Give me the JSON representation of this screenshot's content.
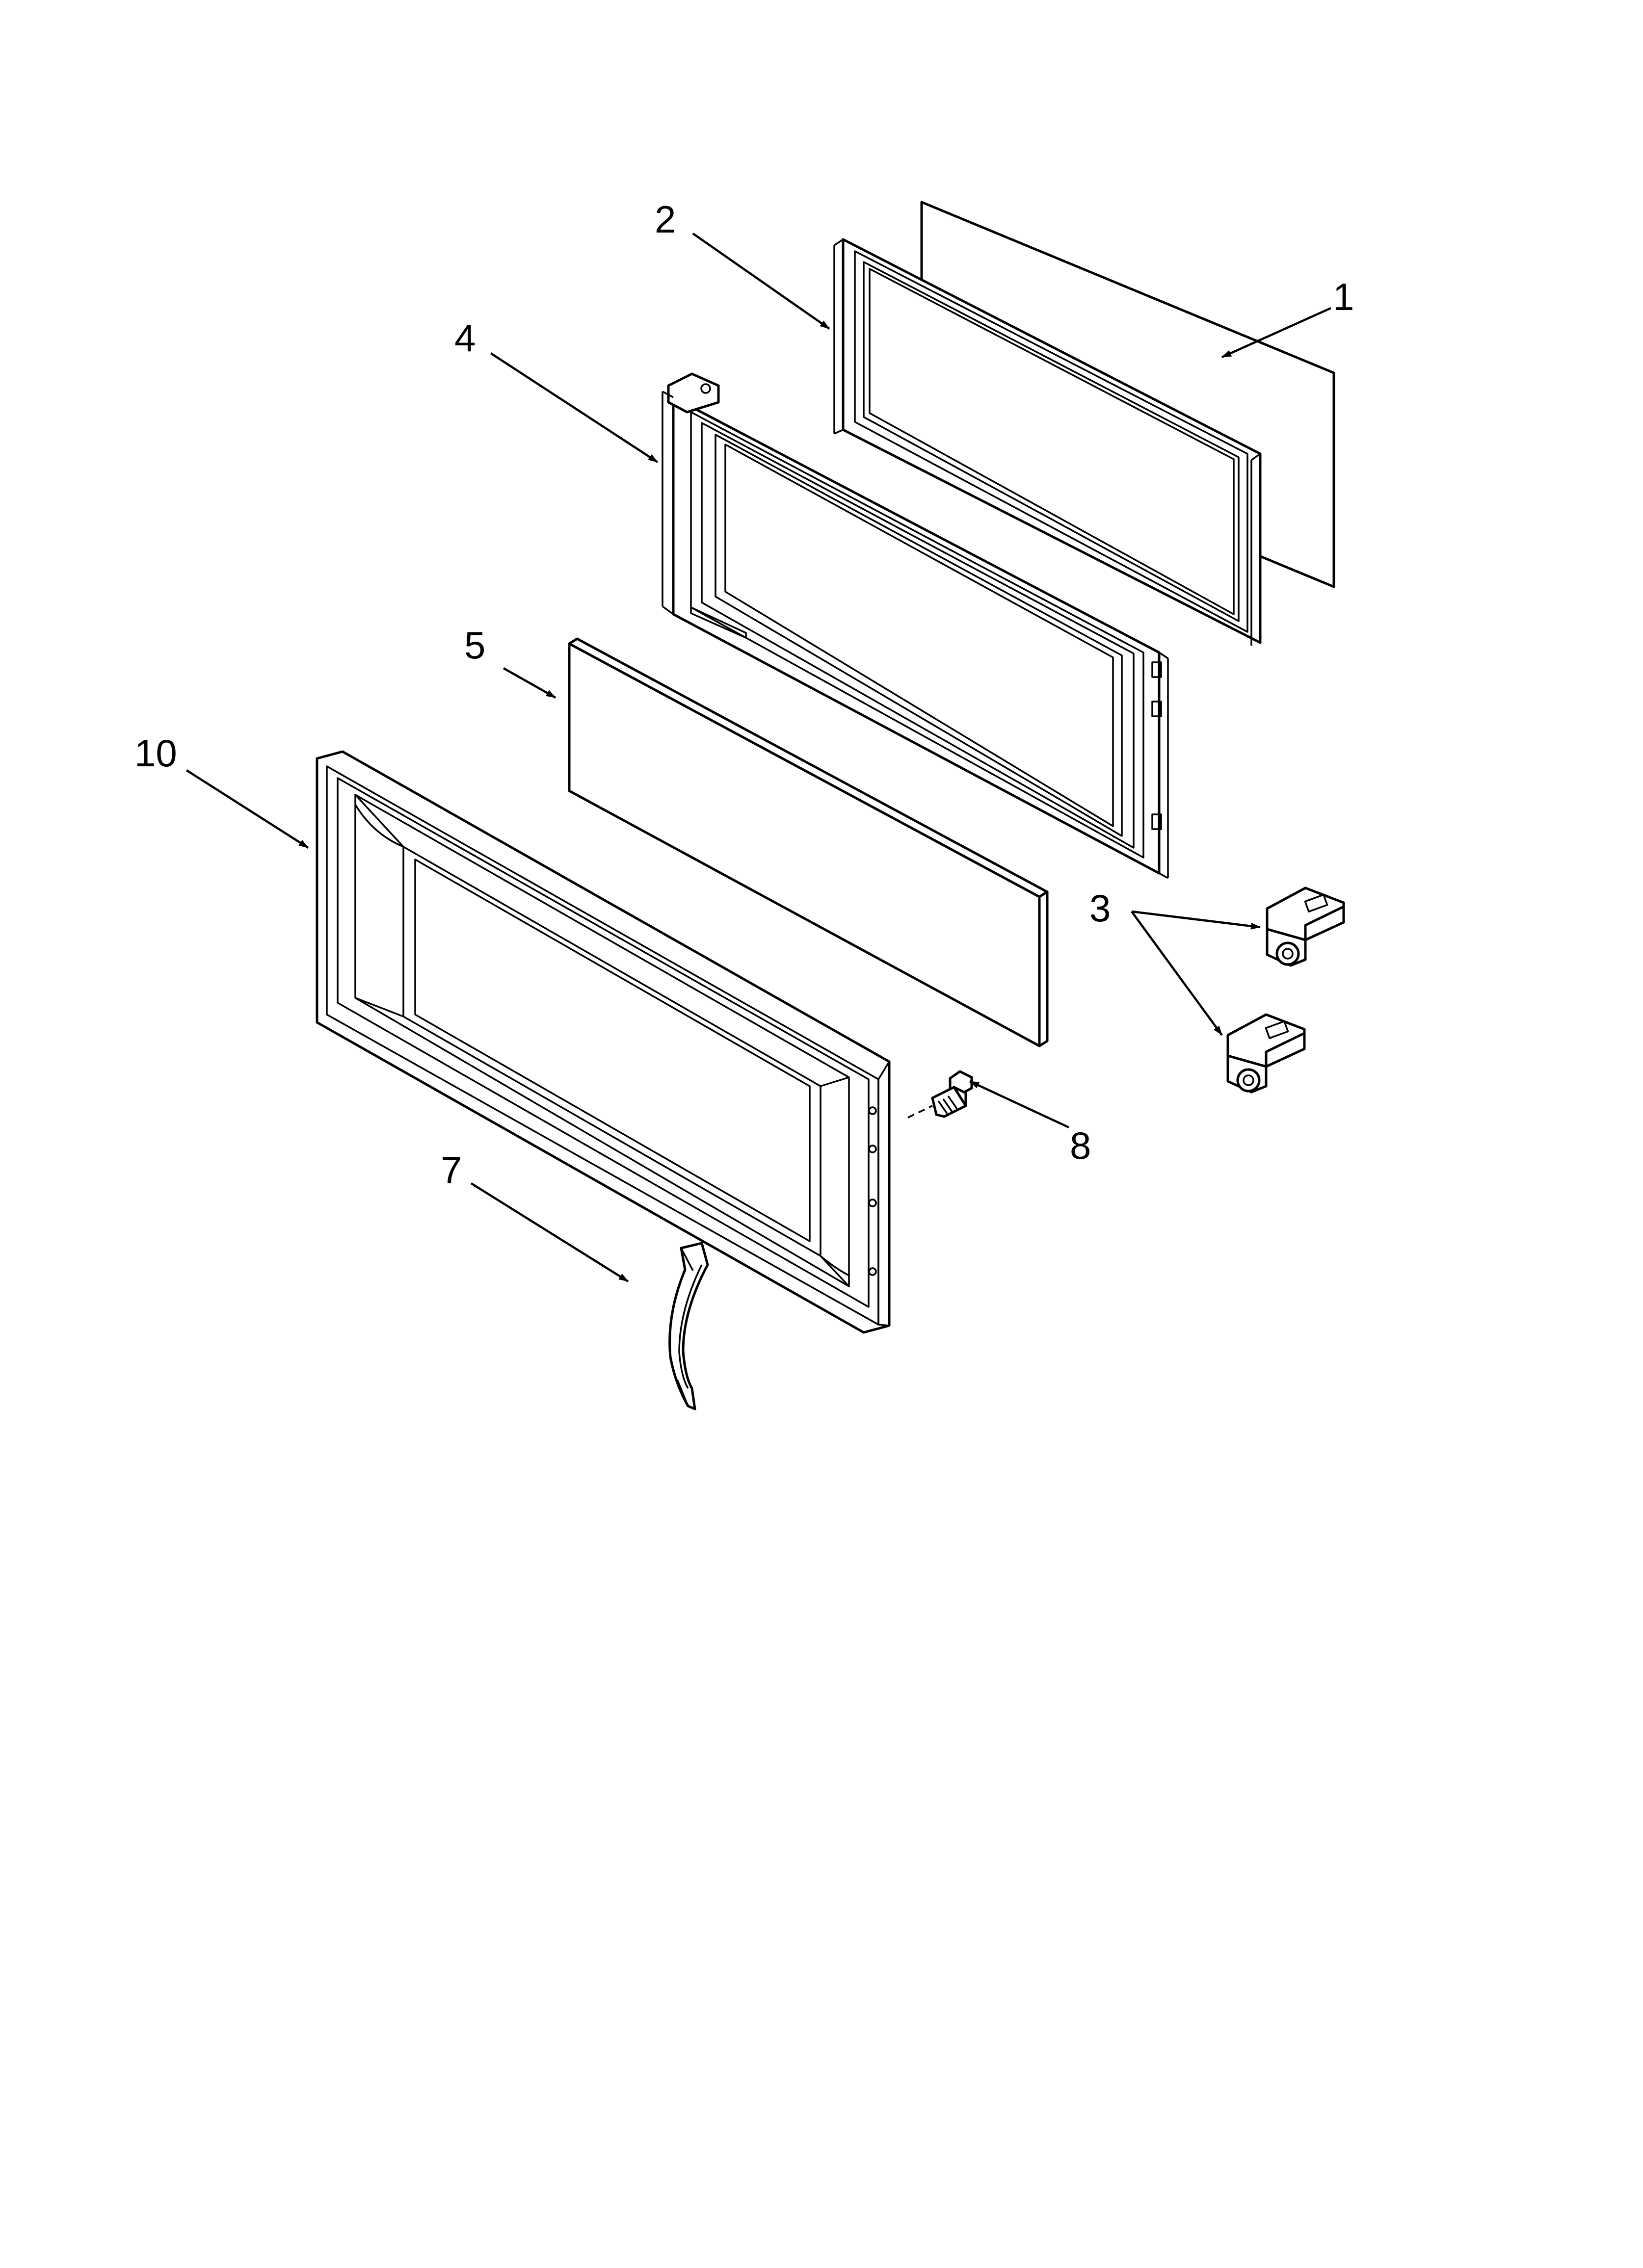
{
  "diagram": {
    "callouts": [
      {
        "id": "1",
        "label": "1"
      },
      {
        "id": "2",
        "label": "2"
      },
      {
        "id": "3",
        "label": "3"
      },
      {
        "id": "4",
        "label": "4"
      },
      {
        "id": "5",
        "label": "5"
      },
      {
        "id": "7",
        "label": "7"
      },
      {
        "id": "8",
        "label": "8"
      },
      {
        "id": "10",
        "label": "10"
      }
    ],
    "parts": [
      {
        "callout": "1",
        "icon": "flat-panel-sheet"
      },
      {
        "callout": "2",
        "icon": "door-choke-frame"
      },
      {
        "callout": "3",
        "icon": "door-hook-latch"
      },
      {
        "callout": "4",
        "icon": "inner-door-frame"
      },
      {
        "callout": "5",
        "icon": "door-glass-panel"
      },
      {
        "callout": "7",
        "icon": "door-handle"
      },
      {
        "callout": "8",
        "icon": "screw"
      },
      {
        "callout": "10",
        "icon": "outer-door-frame"
      }
    ],
    "line_color": "#000000",
    "background_color": "#ffffff"
  }
}
